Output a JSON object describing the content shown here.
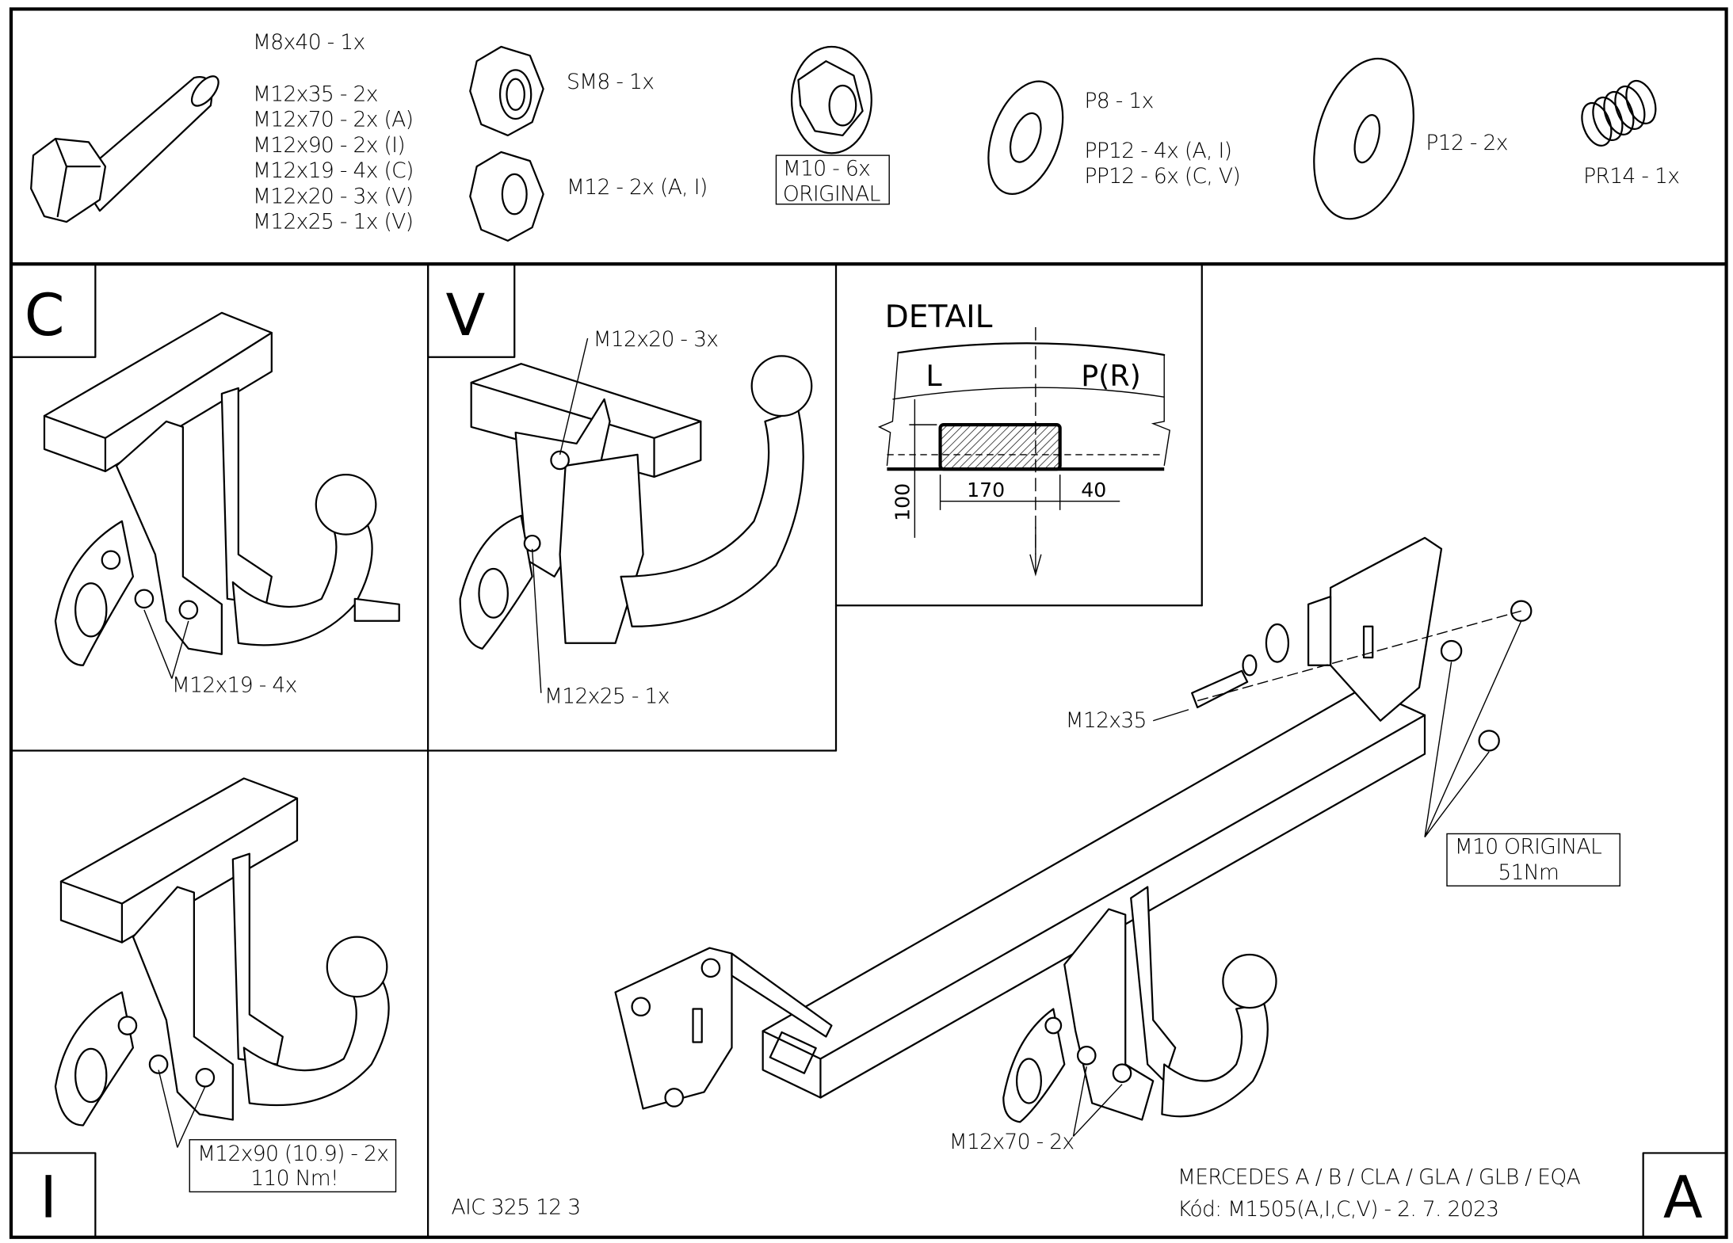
{
  "parts": {
    "bolts": [
      "M8x40 - 1x",
      "M12x35 - 2x",
      "M12x70 - 2x (A)",
      "M12x90 - 2x (I)",
      "M12x19 - 4x (C)",
      "M12x20 - 3x (V)",
      "M12x25 - 1x (V)"
    ],
    "sm8": "SM8 - 1x",
    "m12nut": "M12 - 2x (A, I)",
    "m10_line1": "M10 - 6x",
    "m10_line2": "ORIGINAL",
    "p8": "P8 - 1x",
    "pp12_a": "PP12 - 4x (A, I)",
    "pp12_b": "PP12 - 6x (C, V)",
    "p12": "P12 - 2x",
    "pr14": "PR14 - 1x"
  },
  "panels": {
    "c": {
      "letter": "C",
      "callout": "M12x19 - 4x"
    },
    "v": {
      "letter": "V",
      "callout_top": "M12x20 - 3x",
      "callout_bottom": "M12x25 - 1x"
    },
    "i": {
      "letter": "I",
      "callout_line1": "M12x90 (10.9) - 2x",
      "callout_line2": "110 Nm!"
    },
    "detail": {
      "title": "DETAIL",
      "left": "L",
      "right": "P(R)",
      "dim_width": "170",
      "dim_offset": "40",
      "dim_height": "100"
    },
    "a": {
      "letter": "A",
      "bolt": "M12x35",
      "nut_line1": "M10 ORIGINAL",
      "nut_line2": "51Nm",
      "bottom_bolt": "M12x70 - 2x"
    }
  },
  "footer": {
    "code_left": "AIC 325 12 3",
    "vehicle": "MERCEDES A / B / CLA / GLA / GLB / EQA",
    "code": "Kód: M1505(A,I,C,V) - 2. 7. 2023"
  }
}
